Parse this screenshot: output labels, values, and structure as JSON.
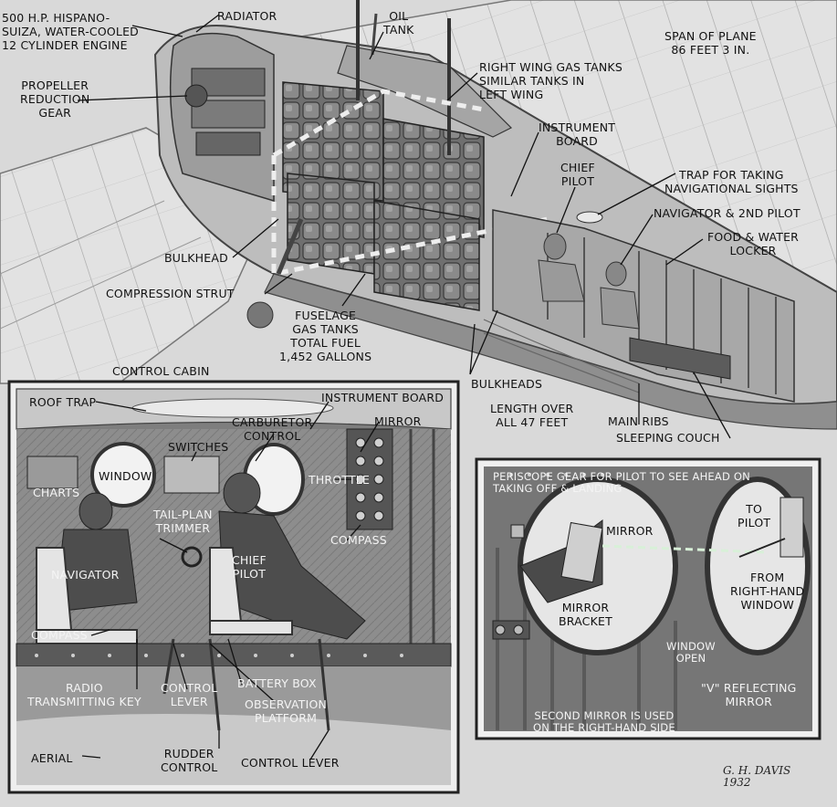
{
  "main": {
    "labels": {
      "engine": "500 H.P. HISPANO-\nSUIZA, WATER-COOLED\n12 CYLINDER ENGINE",
      "radiator": "RADIATOR",
      "oil_tank": "OIL\nTANK",
      "span": "SPAN OF PLANE\n86 FEET 3 IN.",
      "propeller_gear": "PROPELLER\nREDUCTION\nGEAR",
      "wing_tanks": "RIGHT WING GAS TANKS\nSIMILAR TANKS IN\nLEFT WING",
      "instrument_board": "INSTRUMENT\nBOARD",
      "chief_pilot": "CHIEF\nPILOT",
      "trap": "TRAP FOR TAKING\nNAVIGATIONAL SIGHTS",
      "navigator": "NAVIGATOR & 2ND PILOT",
      "food_locker": "FOOD & WATER\nLOCKER",
      "bulkhead": "BULKHEAD",
      "compression_strut": "COMPRESSION STRUT",
      "fuselage_tanks": "FUSELAGE\nGAS TANKS\nTOTAL FUEL\n1,452 GALLONS",
      "control_cabin": "CONTROL CABIN",
      "bulkheads": "BULKHEADS",
      "length": "LENGTH OVER\nALL 47 FEET",
      "main_ribs": "MAIN RIBS",
      "sleeping_couch": "SLEEPING COUCH"
    }
  },
  "cabin": {
    "labels": {
      "roof_trap": "ROOF TRAP",
      "instrument_board": "INSTRUMENT BOARD",
      "carburetor": "CARBURETOR\nCONTROL",
      "mirror": "MIRROR",
      "switches": "SWITCHES",
      "window": "WINDOW",
      "charts": "CHARTS",
      "throttle": "THROTTLE",
      "tail_plan": "TAIL-PLAN\nTRIMMER",
      "compass_right": "COMPASS",
      "navigator": "NAVIGATOR",
      "chief_pilot": "CHIEF\nPILOT",
      "compass_left": "COMPASS",
      "radio_key": "RADIO\nTRANSMITTING KEY",
      "control_lever_1": "CONTROL\nLEVER",
      "battery_box": "BATTERY BOX",
      "observation": "OBSERVATION\nPLATFORM",
      "aerial": "AERIAL",
      "rudder": "RUDDER\nCONTROL",
      "control_lever_2": "CONTROL LEVER"
    }
  },
  "periscope": {
    "labels": {
      "title": "PERISCOPE GEAR FOR PILOT TO SEE AHEAD ON\nTAKING OFF & LANDING",
      "mirror": "MIRROR",
      "to_pilot": "TO\nPILOT",
      "mirror_bracket": "MIRROR\nBRACKET",
      "from_window": "FROM\nRIGHT-HAND\nWINDOW",
      "window_open": "WINDOW\nOPEN",
      "v_mirror": "\"V\" REFLECTING\nMIRROR",
      "second_mirror": "SECOND MIRROR IS USED\nON THE RIGHT-HAND SIDE"
    }
  },
  "signature": {
    "name": "G. H. DAVIS",
    "year": "1932"
  }
}
